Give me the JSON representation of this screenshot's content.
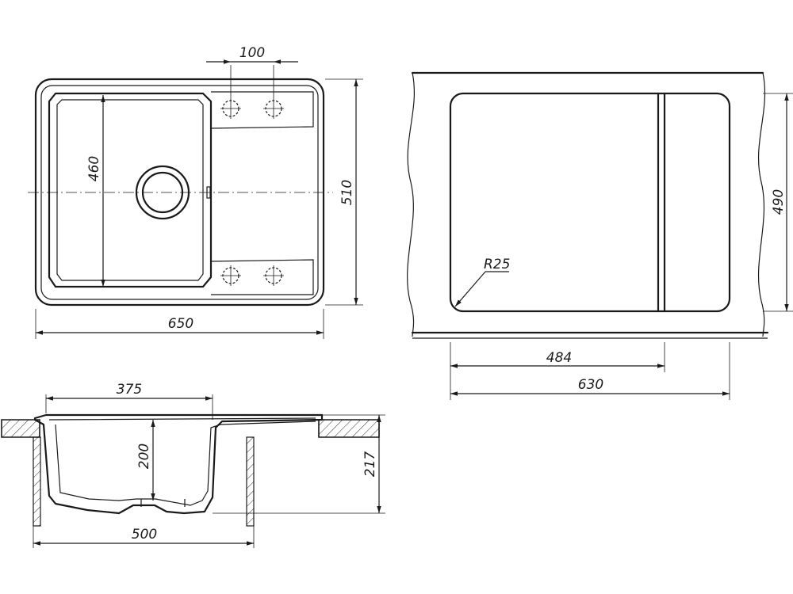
{
  "top_view": {
    "dim_overall_width": "650",
    "dim_overall_depth": "510",
    "dim_bowl_depth": "460",
    "dim_tap_spacing": "100"
  },
  "cutout_view": {
    "dim_cutout_height": "490",
    "dim_bowl_width": "484",
    "dim_cutout_width": "630",
    "corner_radius_label": "R25"
  },
  "section_view": {
    "dim_bowl_width": "375",
    "dim_bowl_height": "200",
    "dim_total_height": "217",
    "dim_cabinet_width": "500"
  }
}
